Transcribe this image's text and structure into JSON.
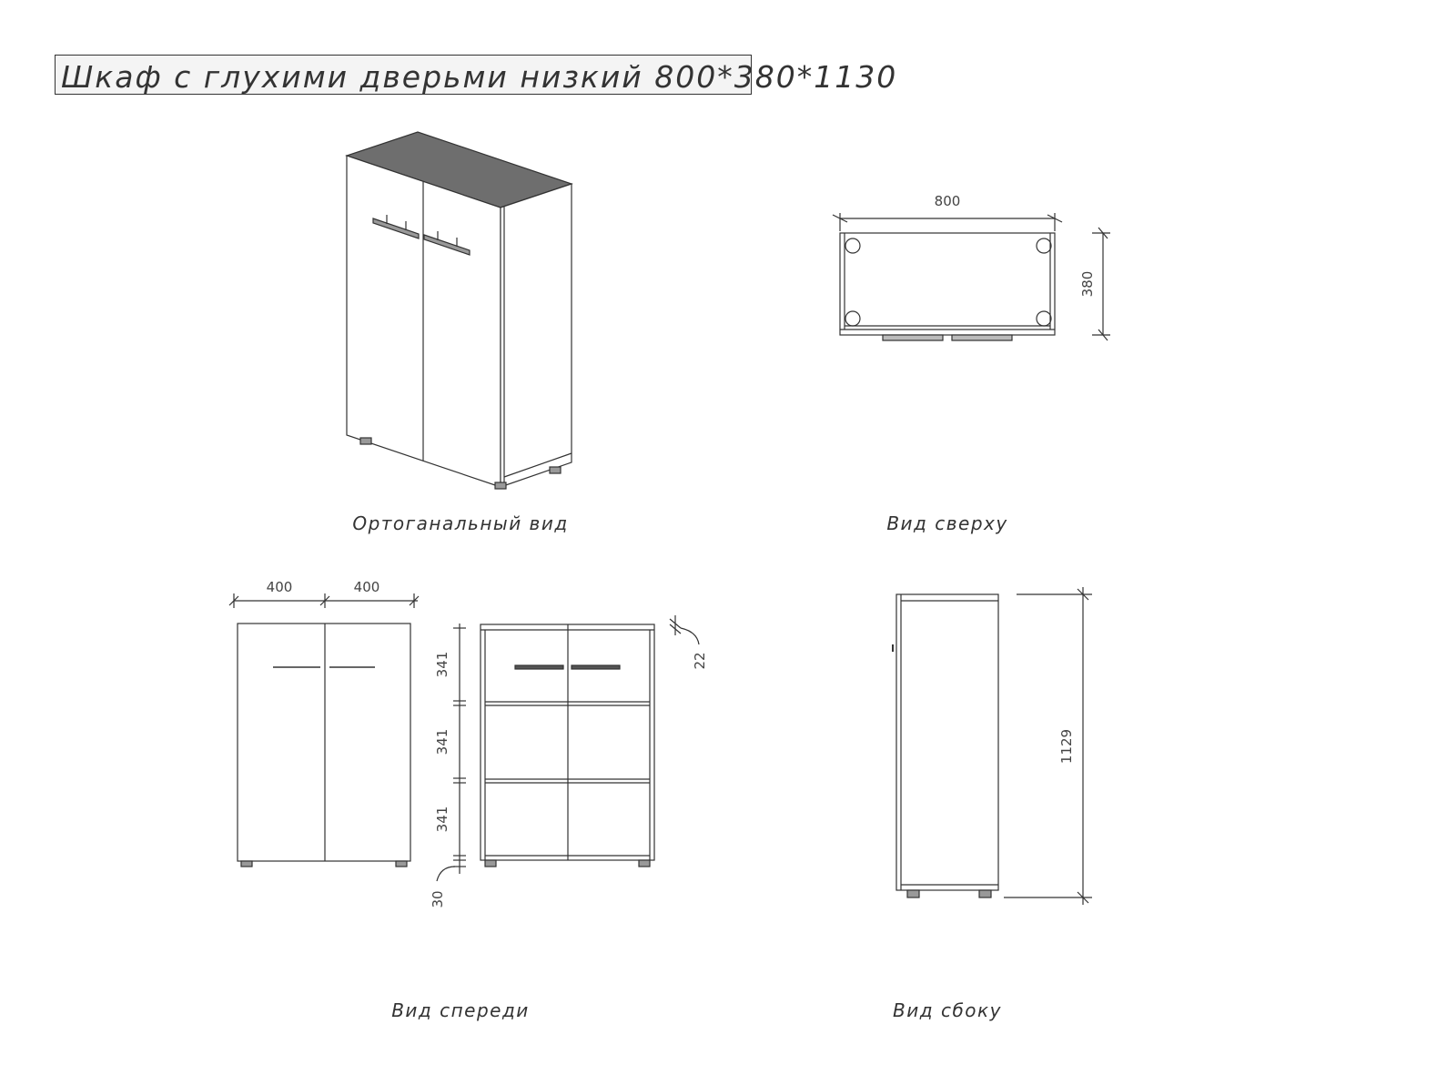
{
  "title": "Шкаф с глухими дверьми низкий 800*380*1130",
  "captions": {
    "ortho": "Ортоганальный вид",
    "top": "Вид сверху",
    "front": "Вид спереди",
    "side": "Вид сбоку"
  },
  "dimensions": {
    "top_width": "800",
    "top_depth": "380",
    "front_left_width": "400",
    "front_right_width": "400",
    "shelf_1": "341",
    "shelf_2": "341",
    "shelf_3": "341",
    "top_panel": "22",
    "plinth": "30",
    "side_height": "1129"
  }
}
